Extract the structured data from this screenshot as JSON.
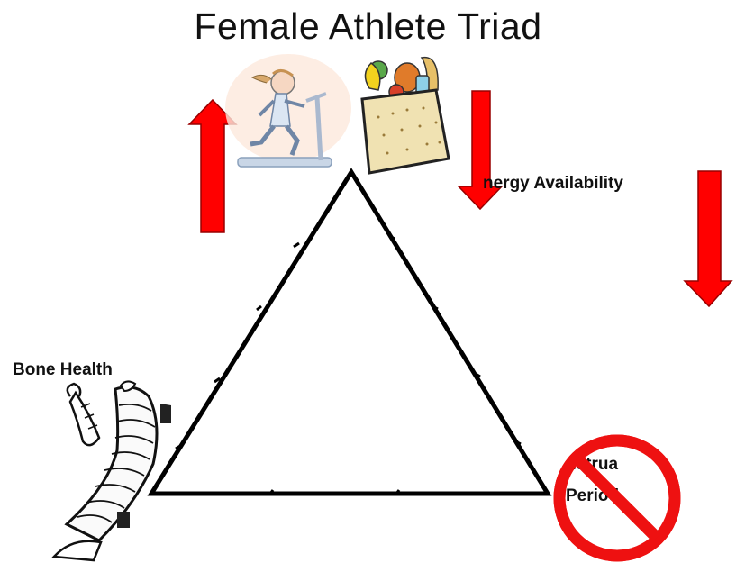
{
  "diagram": {
    "title": "Female Athlete Triad",
    "labels": {
      "energy": "nergy Availability",
      "bone": "Bone Health",
      "menstrual_line1": "nstrua",
      "menstrual_line2": "Period"
    },
    "arrows": [
      {
        "name": "exercise",
        "direction": "up"
      },
      {
        "name": "food-intake",
        "direction": "down"
      },
      {
        "name": "energy-availability",
        "direction": "down"
      }
    ],
    "colors": {
      "arrow": "#ff0000",
      "arrow_outline": "#990000",
      "no_symbol": "#ee1111",
      "triangle": "#000000"
    },
    "icons": [
      "treadmill-runner-icon",
      "grocery-bag-icon",
      "bandaged-leg-icon",
      "prohibited-sign-icon"
    ]
  }
}
